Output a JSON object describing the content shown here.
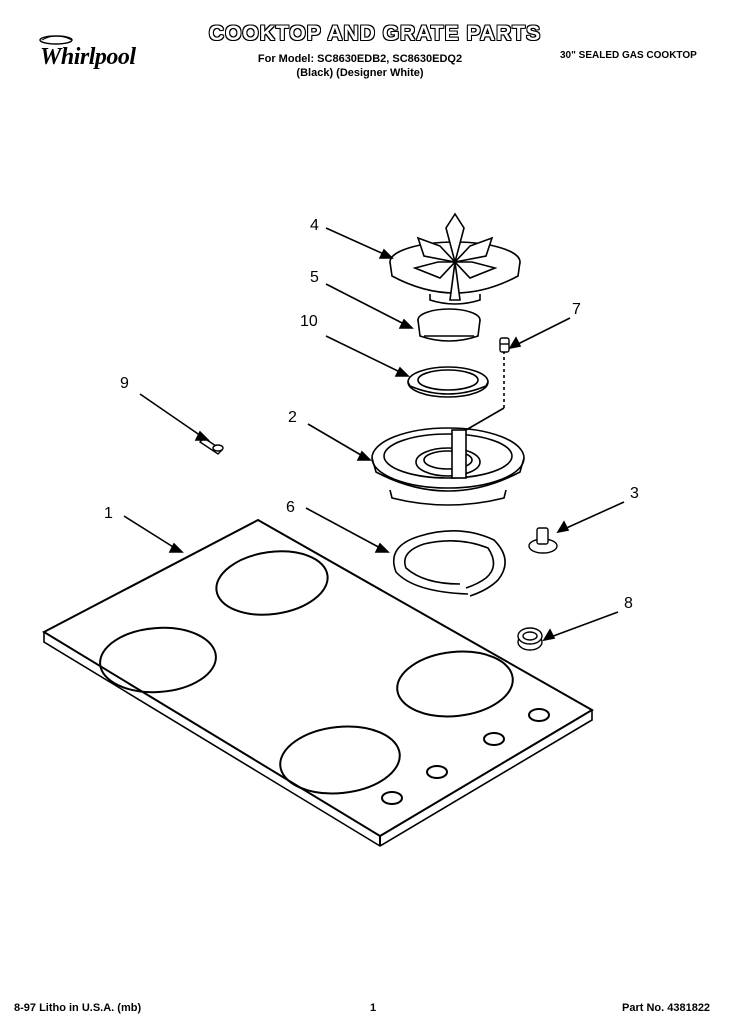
{
  "header": {
    "brand": "Whirlpool",
    "title": "COOKTOP AND GRATE PARTS",
    "model_line": "For Model: SC8630EDB2, SC8630EDQ2",
    "color_line": "(Black)   (Designer White)",
    "product": "30\" SEALED GAS COOKTOP"
  },
  "callouts": [
    "1",
    "2",
    "3",
    "4",
    "5",
    "6",
    "7",
    "8",
    "9",
    "10"
  ],
  "footer": {
    "left": "8-97 Litho in U.S.A. (mb)",
    "page": "1",
    "part_number": "Part No. 4381822"
  }
}
